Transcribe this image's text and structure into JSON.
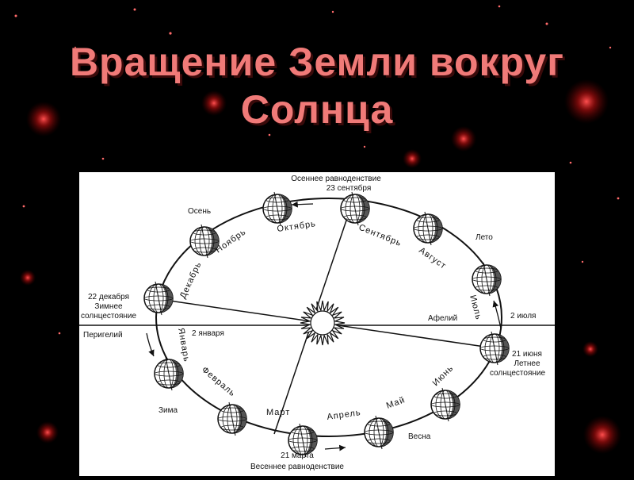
{
  "title": {
    "line1": "Вращение Земли вокруг",
    "line2": "Солнца"
  },
  "seasons": {
    "autumn": "Осень",
    "summer": "Лето",
    "winter": "Зима",
    "spring": "Весна"
  },
  "events": {
    "autumn_equinox": [
      "Осеннее равноденствие",
      "23 сентября"
    ],
    "winter_solstice": [
      "22 декабря",
      "Зимнее",
      "солнцестояние"
    ],
    "summer_solstice": [
      "21 июня",
      "Летнее",
      "солнцестояние"
    ],
    "spring_equinox": [
      "21 марта",
      "Весеннее равноденствие"
    ],
    "perihelion": "Перигелий",
    "perihelion_date": "2 января",
    "aphelion": "Афелий",
    "aphelion_date": "2 июля"
  },
  "months": {
    "october": "Октябрь",
    "september": "Сентябрь",
    "august": "Август",
    "july": "Июль",
    "june": "Июнь",
    "may": "Май",
    "april": "Апрель",
    "march": "Март",
    "february": "Февраль",
    "january": "Январь",
    "december": "Декабрь",
    "november": "Ноябрь"
  },
  "colors": {
    "title": "#f07a78",
    "background": "#000000",
    "star": "#ff2a2a",
    "panel": "#ffffff"
  }
}
